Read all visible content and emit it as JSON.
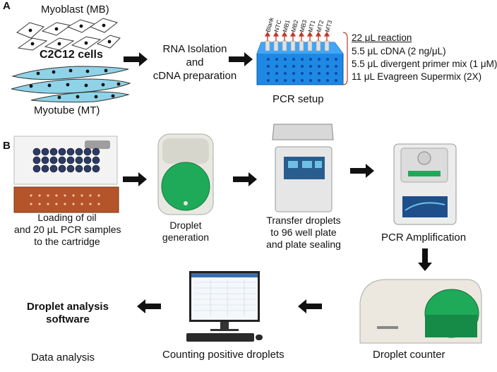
{
  "panel_a": {
    "letter": "A",
    "myoblast_label": "Myoblast (MB)",
    "cell_line_label": "C2C12 cells",
    "myotube_label": "Myotube (MT)",
    "rna_line1": "RNA Isolation",
    "rna_line2": "and",
    "rna_line3": "cDNA preparation",
    "pcr_setup_label": "PCR setup",
    "tube_labels": [
      "Blank",
      "NTC",
      "MB1",
      "MB2",
      "MB3",
      "MT1",
      "MT2",
      "MT3"
    ],
    "reaction": {
      "title": "22 μL reaction",
      "lines": [
        "5.5 μL cDNA (2 ng/μL)",
        "5.5 μL divergent primer mix (1 μM)",
        "11 μL Evagreen Supermix (2X)"
      ]
    }
  },
  "panel_b": {
    "letter": "B",
    "cartridge_line1": "Loading of oil",
    "cartridge_line2": "and 20 μL PCR samples",
    "cartridge_line3": "to the cartridge",
    "droplet_gen_line1": "Droplet",
    "droplet_gen_line2": "generation",
    "transfer_line1": "Transfer droplets",
    "transfer_line2": "to 96 well plate",
    "transfer_line3": "and plate sealing",
    "pcr_amp_label": "PCR Amplification",
    "counter_label": "Droplet counter",
    "counting_label": "Counting positive droplets",
    "software_line1": "Droplet analysis",
    "software_line2": "software",
    "data_analysis_label": "Data analysis"
  },
  "colors": {
    "rack_blue": "#1e88e5",
    "tube_red": "#c0392b",
    "cell_cyan": "#8fd3e8",
    "green_lid": "#1faa59",
    "cartridge_orange": "#b5542a"
  }
}
